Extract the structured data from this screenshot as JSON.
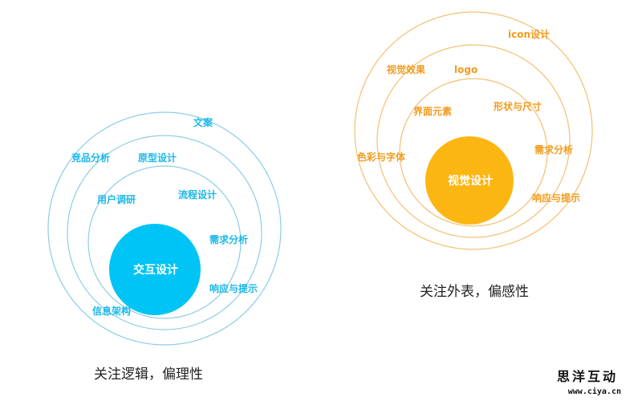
{
  "colors": {
    "interaction_accent": "#00c4f5",
    "interaction_ring": "#8ccde6",
    "interaction_label": "#1bb8e8",
    "visual_accent": "#fcb612",
    "visual_ring": "#f4bf72",
    "visual_label": "#f29b1d"
  },
  "interaction": {
    "center": "交互设计",
    "labels": [
      "文案",
      "竞品分析",
      "原型设计",
      "用户调研",
      "流程设计",
      "需求分析",
      "响应与提示",
      "信息架构"
    ],
    "caption": "关注逻辑，偏理性"
  },
  "visual": {
    "center": "视觉设计",
    "labels": [
      "icon设计",
      "视觉效果",
      "logo",
      "界面元素",
      "形状与尺寸",
      "色彩与字体",
      "需求分析",
      "响应与提示"
    ],
    "caption": "关注外表，偏感性"
  },
  "watermark": {
    "brand": "思洋互动",
    "url": "www.ciya.cn"
  }
}
